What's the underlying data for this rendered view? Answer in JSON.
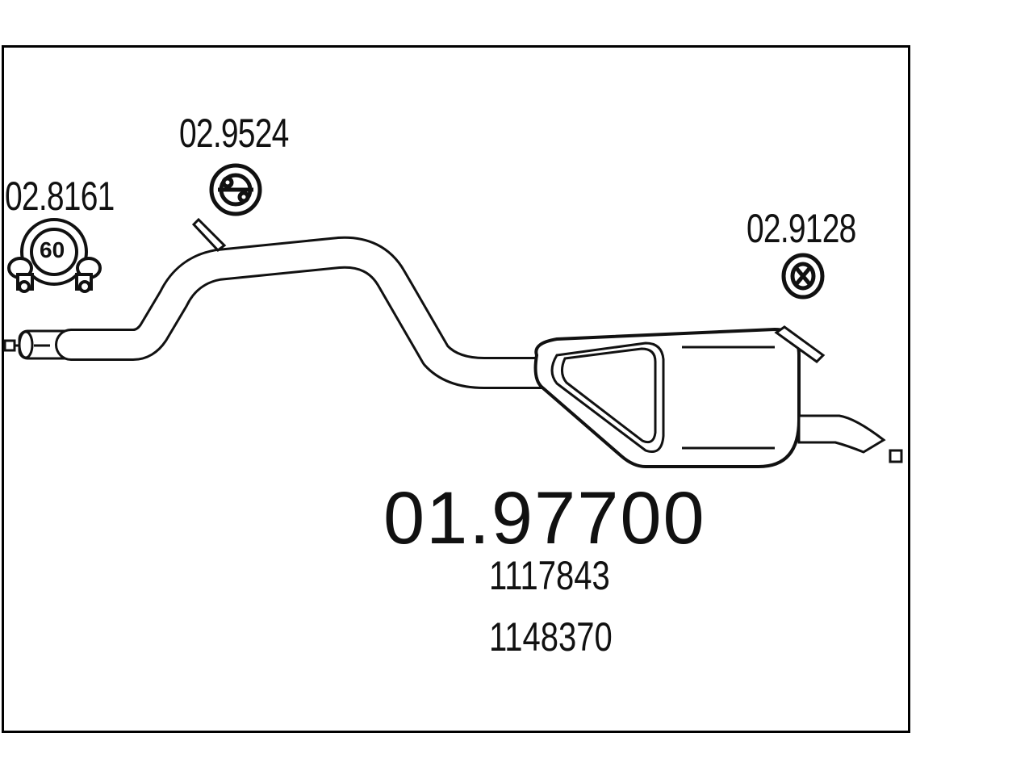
{
  "parts": {
    "clamp_front": {
      "code": "02.8161",
      "size_label": "60"
    },
    "hanger_mid": {
      "code": "02.9524"
    },
    "hanger_rear": {
      "code": "02.9128"
    }
  },
  "main_part": {
    "code": "01.97700"
  },
  "oe_numbers": [
    "1117843",
    "1148370"
  ],
  "colors": {
    "line": "#111111",
    "background": "#ffffff"
  }
}
